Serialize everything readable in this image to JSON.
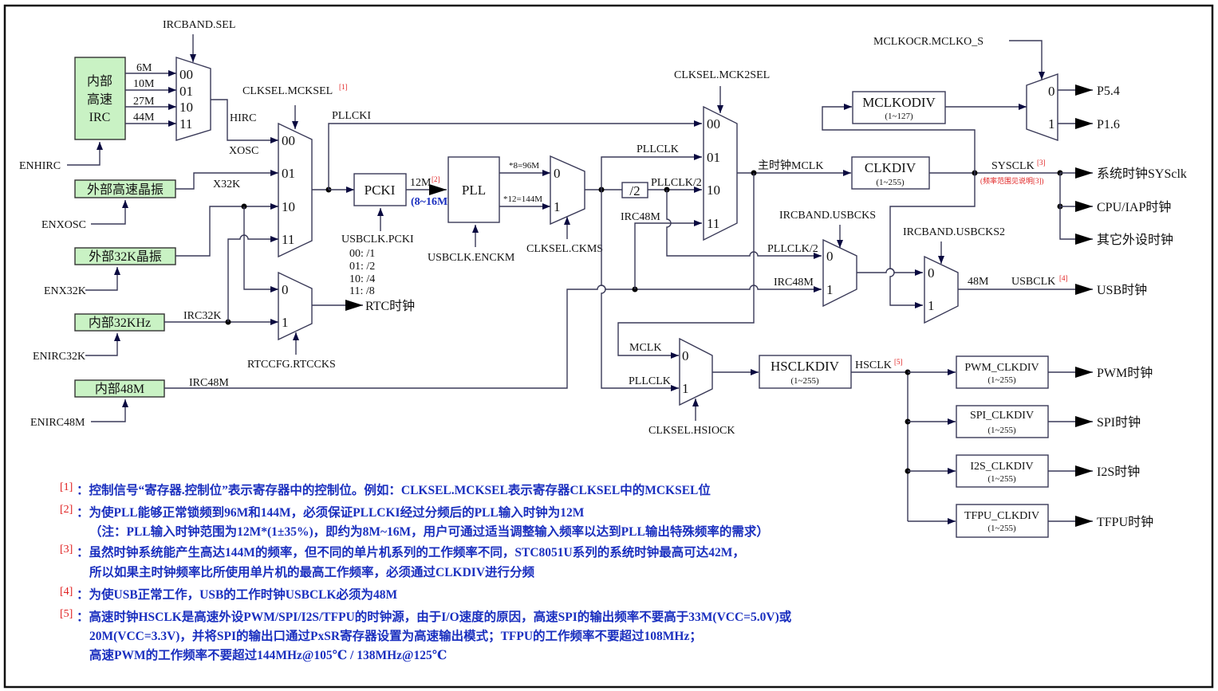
{
  "blocks": {
    "irc_hs": [
      "内部",
      "高速",
      "IRC"
    ],
    "xosc": "外部高速晶振",
    "x32k": "外部32K晶振",
    "irc32k": "内部32KHz",
    "irc48m": "内部48M",
    "pcki": "PCKI",
    "pll": "PLL",
    "div2": "/2",
    "clkdiv": "CLKDIV",
    "clkdiv_range": "(1~255)",
    "mclkodiv": "MCLKODIV",
    "mclkodiv_range": "(1~127)",
    "hsclkdiv": "HSCLKDIV",
    "hsclkdiv_range": "(1~255)",
    "pwm_clkdiv": "PWM_CLKDIV",
    "spi_clkdiv": "SPI_CLKDIV",
    "i2s_clkdiv": "I2S_CLKDIV",
    "tfpu_clkdiv": "TFPU_CLKDIV",
    "sub_range": "(1~255)"
  },
  "enables": {
    "enhirc": "ENHIRC",
    "enxosc": "ENXOSC",
    "enx32k": "ENX32K",
    "enirc32k": "ENIRC32K",
    "enirc48m": "ENIRC48M"
  },
  "controls": {
    "ircband_sel": "IRCBAND.SEL",
    "mcksel": "CLKSEL.MCKSEL",
    "mcksel_ref": "[1]",
    "rtccks": "RTCCFG.RTCCKS",
    "usbclk_pcki": "USBCLK.PCKI",
    "pcki_opts": [
      "00:  /1",
      "01:  /2",
      "10:  /4",
      "11:  /8"
    ],
    "enckm": "USBCLK.ENCKM",
    "ckms": "CLKSEL.CKMS",
    "mck2sel": "CLKSEL.MCK2SEL",
    "mclko_s": "MCLKOCR.MCLKO_S",
    "usbcks": "IRCBAND.USBCKS",
    "usbcks2": "IRCBAND.USBCKS2",
    "hsiock": "CLKSEL.HSIOCK"
  },
  "signals": {
    "f6m": "6M",
    "f10m": "10M",
    "f27m": "27M",
    "f44m": "44M",
    "hirc": "HIRC",
    "xosc": "XOSC",
    "x32k": "X32K",
    "irc32k": "IRC32K",
    "irc48m": "IRC48M",
    "pllcki": "PLLCKI",
    "m12": "12M",
    "m12_ref": "[2]",
    "range": "(8~16M)",
    "x8": "*8=96M",
    "x12": "*12=144M",
    "pllclk": "PLLCLK",
    "pllclk2": "PLLCLK/2",
    "mclk_main": "主时钟MCLK",
    "sysclk": "SYSCLK",
    "sysclk_ref": "[3]",
    "sysclk_note": "(频率范围见说明[3])",
    "m48": "48M",
    "usbclk": "USBCLK",
    "usbclk_ref": "[4]",
    "mclk": "MCLK",
    "hsclk": "HSCLK",
    "hsclk_ref": "[5]"
  },
  "mux_labels": {
    "b00": "00",
    "b01": "01",
    "b10": "10",
    "b11": "11",
    "s0": "0",
    "s1": "1"
  },
  "outputs": {
    "rtc": "RTC时钟",
    "p54": "P5.4",
    "p16": "P1.6",
    "sys": "系统时钟SYSclk",
    "cpu": "CPU/IAP时钟",
    "other": "其它外设时钟",
    "usb": "USB时钟",
    "pwm": "PWM时钟",
    "spi": "SPI时钟",
    "i2s": "I2S时钟",
    "tfpu": "TFPU时钟"
  },
  "notes": [
    {
      "ref": "[1]",
      "lines": [
        "：控制信号“寄存器.控制位”表示寄存器中的控制位。例如：CLKSEL.MCKSEL表示寄存器CLKSEL中的MCKSEL位"
      ]
    },
    {
      "ref": "[2]",
      "lines": [
        "：为使PLL能够正常锁频到96M和144M，必须保证PLLCKI经过分频后的PLL输入时钟为12M",
        "（注：PLL输入时钟范围为12M*(1±35%)，即约为8M~16M，用户可通过适当调整输入频率以达到PLL输出特殊频率的需求）"
      ]
    },
    {
      "ref": "[3]",
      "lines": [
        "：虽然时钟系统能产生高达144M的频率，但不同的单片机系列的工作频率不同，STC8051U系列的系统时钟最高可达42M，",
        "所以如果主时钟频率比所使用单片机的最高工作频率，必须通过CLKDIV进行分频"
      ]
    },
    {
      "ref": "[4]",
      "lines": [
        "：为使USB正常工作，USB的工作时钟USBCLK必须为48M"
      ]
    },
    {
      "ref": "[5]",
      "lines": [
        "：高速时钟HSCLK是高速外设PWM/SPI/I2S/TFPU的时钟源，由于I/O速度的原因，高速SPI的输出频率不要高于33M(VCC=5.0V)或",
        "20M(VCC=3.3V)，并将SPI的输出口通过PxSR寄存器设置为高速输出模式；TFPU的工作频率不要超过108MHz；",
        "高速PWM的工作频率不要超过144MHz@105℃ / 138MHz@125℃"
      ]
    }
  ],
  "colors": {
    "block_fill": "#c9f2c4",
    "wire": "#3a3a58",
    "note": "#1a2fbf",
    "ref": "#e02020"
  }
}
